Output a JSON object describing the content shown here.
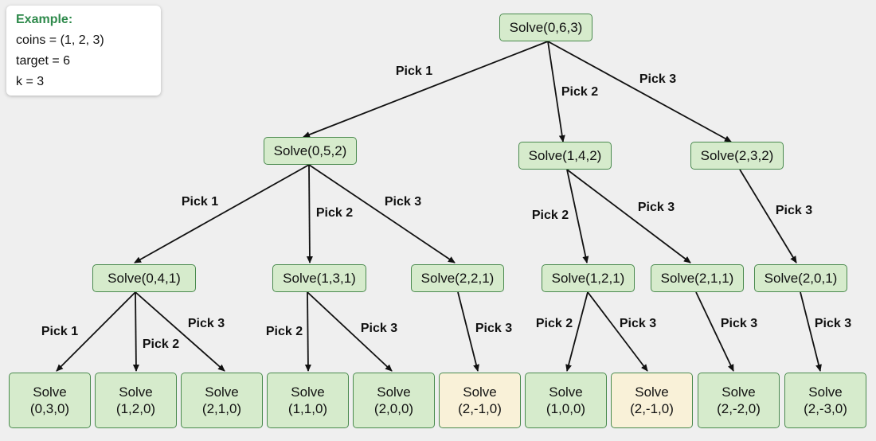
{
  "example": {
    "title": "Example:",
    "lines": [
      "coins = (1, 2, 3)",
      "target = 6",
      "k = 3"
    ]
  },
  "nodes": {
    "root": "Solve(0,6,3)",
    "n052": "Solve(0,5,2)",
    "n142": "Solve(1,4,2)",
    "n232": "Solve(2,3,2)",
    "n041": "Solve(0,4,1)",
    "n131": "Solve(1,3,1)",
    "n221": "Solve(2,2,1)",
    "n121": "Solve(1,2,1)",
    "n211": "Solve(2,1,1)",
    "n201": "Solve(2,0,1)"
  },
  "leaves": [
    {
      "word": "Solve",
      "args": "(0,3,0)",
      "status": "ok"
    },
    {
      "word": "Solve",
      "args": "(1,2,0)",
      "status": "ok"
    },
    {
      "word": "Solve",
      "args": "(2,1,0)",
      "status": "ok"
    },
    {
      "word": "Solve",
      "args": "(1,1,0)",
      "status": "ok"
    },
    {
      "word": "Solve",
      "args": "(2,0,0)",
      "status": "ok"
    },
    {
      "word": "Solve",
      "args": "(2,-1,0)",
      "status": "invalid"
    },
    {
      "word": "Solve",
      "args": "(1,0,0)",
      "status": "ok"
    },
    {
      "word": "Solve",
      "args": "(2,-1,0)",
      "status": "invalid"
    },
    {
      "word": "Solve",
      "args": "(2,-2,0)",
      "status": "ok"
    },
    {
      "word": "Solve",
      "args": "(2,-3,0)",
      "status": "ok"
    }
  ],
  "edge_labels": {
    "root_0": "Pick 1",
    "root_1": "Pick 2",
    "root_2": "Pick 3",
    "n052_0": "Pick 1",
    "n052_1": "Pick 2",
    "n052_2": "Pick 3",
    "n142_0": "Pick 2",
    "n142_1": "Pick 3",
    "n232_0": "Pick 3",
    "n041_0": "Pick 1",
    "n041_1": "Pick 2",
    "n041_2": "Pick 3",
    "n131_0": "Pick 2",
    "n131_1": "Pick 3",
    "n221_0": "Pick 3",
    "n121_0": "Pick 2",
    "n121_1": "Pick 3",
    "n211_0": "Pick 3",
    "n201_0": "Pick 3"
  },
  "colors": {
    "node_fill": "#d6ebcc",
    "invalid_fill": "#f9f1d8",
    "border": "#4a8a4e",
    "title_green": "#2f8a4c"
  }
}
